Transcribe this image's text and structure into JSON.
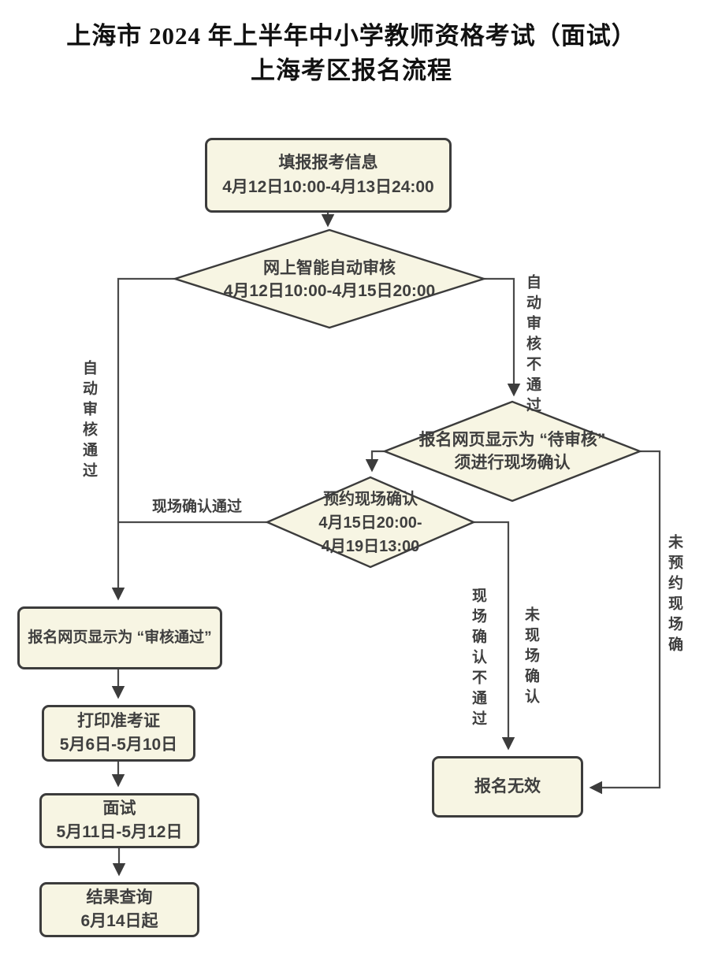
{
  "title": {
    "line1": "上海市 2024 年上半年中小学教师资格考试（面试）",
    "line2": "上海考区报名流程"
  },
  "colors": {
    "node_fill": "#f7f5e3",
    "node_border": "#3c3c3c",
    "line": "#4a4a4a",
    "text": "#3f3f3f",
    "background": "#ffffff"
  },
  "nodes": {
    "fill_info": {
      "line1": "填报报考信息",
      "line2": "4月12日10:00-4月13日24:00"
    },
    "auto_review": {
      "line1": "网上智能自动审核",
      "line2": "4月12日10:00-4月15日20:00"
    },
    "pending_review": {
      "line1": "报名网页显示为 “待审核”",
      "line2": "须进行现场确认"
    },
    "book_onsite": {
      "line1": "预约现场确认",
      "line2": "4月15日20:00-",
      "line3": "4月19日13:00"
    },
    "approved": {
      "line1": "报名网页显示为 “审核通过”"
    },
    "print_ticket": {
      "line1": "打印准考证",
      "line2": "5月6日-5月10日"
    },
    "interview": {
      "line1": "面试",
      "line2": "5月11日-5月12日"
    },
    "results": {
      "line1": "结果查询",
      "line2": "6月14日起"
    },
    "invalid": {
      "line1": "报名无效"
    }
  },
  "edge_labels": {
    "auto_pass": "自动审核通过",
    "auto_fail": "自动审核不通过",
    "onsite_pass": "现场确认通过",
    "onsite_fail": "现场确认不通过",
    "no_onsite": "未现场确认",
    "no_booking": "未预约现场确"
  }
}
